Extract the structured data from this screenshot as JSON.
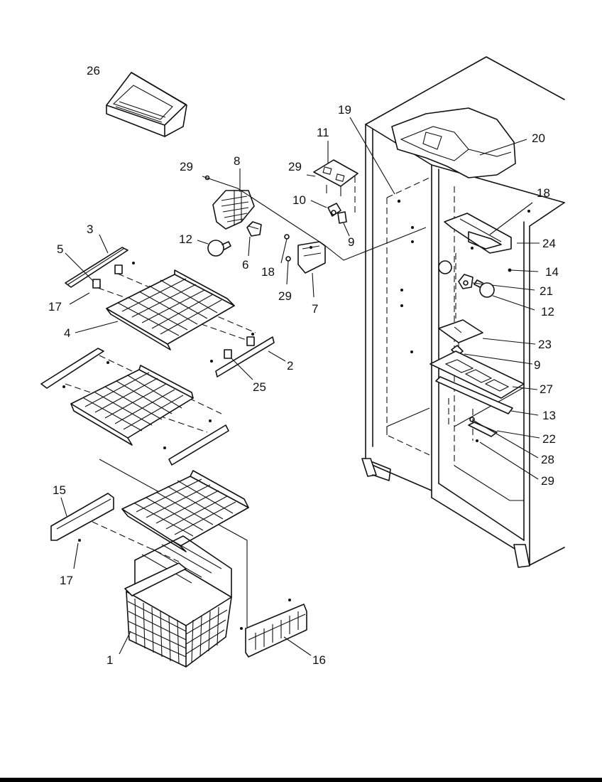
{
  "callouts": {
    "c1": "1",
    "c2": "2",
    "c3": "3",
    "c4": "4",
    "c5": "5",
    "c6": "6",
    "c7": "7",
    "c8": "8",
    "c9a": "9",
    "c9b": "9",
    "c10": "10",
    "c11": "11",
    "c12a": "12",
    "c12b": "12",
    "c13": "13",
    "c14": "14",
    "c15": "15",
    "c16": "16",
    "c17a": "17",
    "c17b": "17",
    "c18a": "18",
    "c18b": "18",
    "c19": "19",
    "c20": "20",
    "c21": "21",
    "c22": "22",
    "c23": "23",
    "c24": "24",
    "c25": "25",
    "c26": "26",
    "c27": "27",
    "c28": "28",
    "c29a": "29",
    "c29b": "29",
    "c29c": "29",
    "c29d": "29"
  }
}
